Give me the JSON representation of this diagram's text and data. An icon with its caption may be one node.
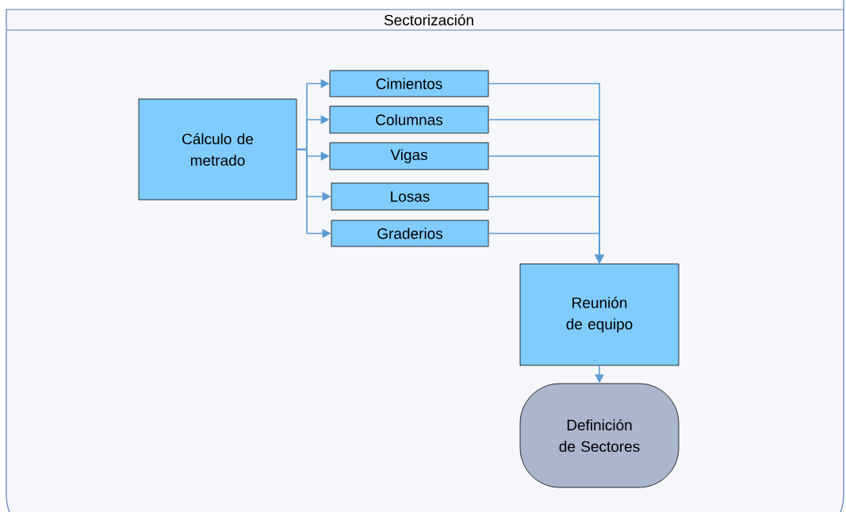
{
  "diagram": {
    "nodes": [
      {
        "text": [
          "Sectorización"
        ]
      },
      {
        "text": [
          "Cálculo de metrado"
        ],
        "in": 0
      },
      {
        "text": [
          "Cimientos"
        ],
        "in": 0
      },
      {
        "text": [
          "Columnas"
        ],
        "in": 0
      },
      {
        "text": [
          "Vigas"
        ],
        "in": 0
      },
      {
        "text": [
          "Losas"
        ],
        "in": 0
      },
      {
        "text": [
          "Graderios"
        ],
        "in": 0
      },
      {
        "text": [
          "Reunión de equipo"
        ],
        "in": 0
      },
      {
        "text": [
          "Definición de Sectores"
        ],
        "in": 0
      }
    ],
    "edges": [
      {
        "from": 1,
        "to": 2,
        "arrow": "to"
      },
      {
        "from": 1,
        "to": 3,
        "arrow": "to"
      },
      {
        "from": 1,
        "to": 4,
        "arrow": "to"
      },
      {
        "from": 1,
        "to": 5,
        "arrow": "to"
      },
      {
        "from": 1,
        "to": 6,
        "arrow": "to"
      },
      {
        "from": 2,
        "to": 7,
        "arrow": "to"
      },
      {
        "from": 3,
        "to": 7,
        "arrow": "to"
      },
      {
        "from": 4,
        "to": 7,
        "arrow": "to"
      },
      {
        "from": 5,
        "to": 7,
        "arrow": "to"
      },
      {
        "from": 6,
        "to": 7,
        "arrow": "to"
      },
      {
        "from": 7,
        "to": 8,
        "arrow": "to"
      }
    ]
  }
}
